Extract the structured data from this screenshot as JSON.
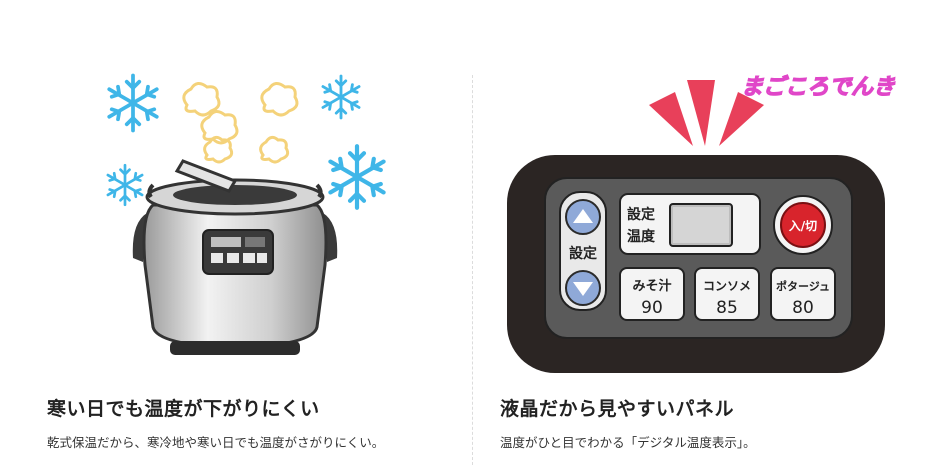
{
  "features": [
    {
      "title": "寒い日でも温度が下がりにくい",
      "description": "乾式保温だから、寒冷地や寒い日でも温度がさがりにくい。"
    },
    {
      "title": "液晶だから見やすいパネル",
      "description": "温度がひと目でわかる「デジタル温度表示」。"
    }
  ],
  "watermark": "まごころでんき",
  "panel": {
    "setting_label": "設定",
    "set_temp_label_line1": "設定",
    "set_temp_label_line2": "温度",
    "power_label": "入/切",
    "presets": [
      {
        "name": "みそ汁",
        "temp": "90"
      },
      {
        "name": "コンソメ",
        "temp": "85"
      },
      {
        "name": "ポタージュ",
        "temp": "80"
      }
    ]
  },
  "colors": {
    "snowflake": "#3fb6e8",
    "steam": "#f4d27a",
    "alert_red": "#e8405a",
    "power_red": "#d8242c",
    "panel_body": "#2b2523",
    "panel_face": "#5a5a5a",
    "watermark": "#f17fdc"
  }
}
